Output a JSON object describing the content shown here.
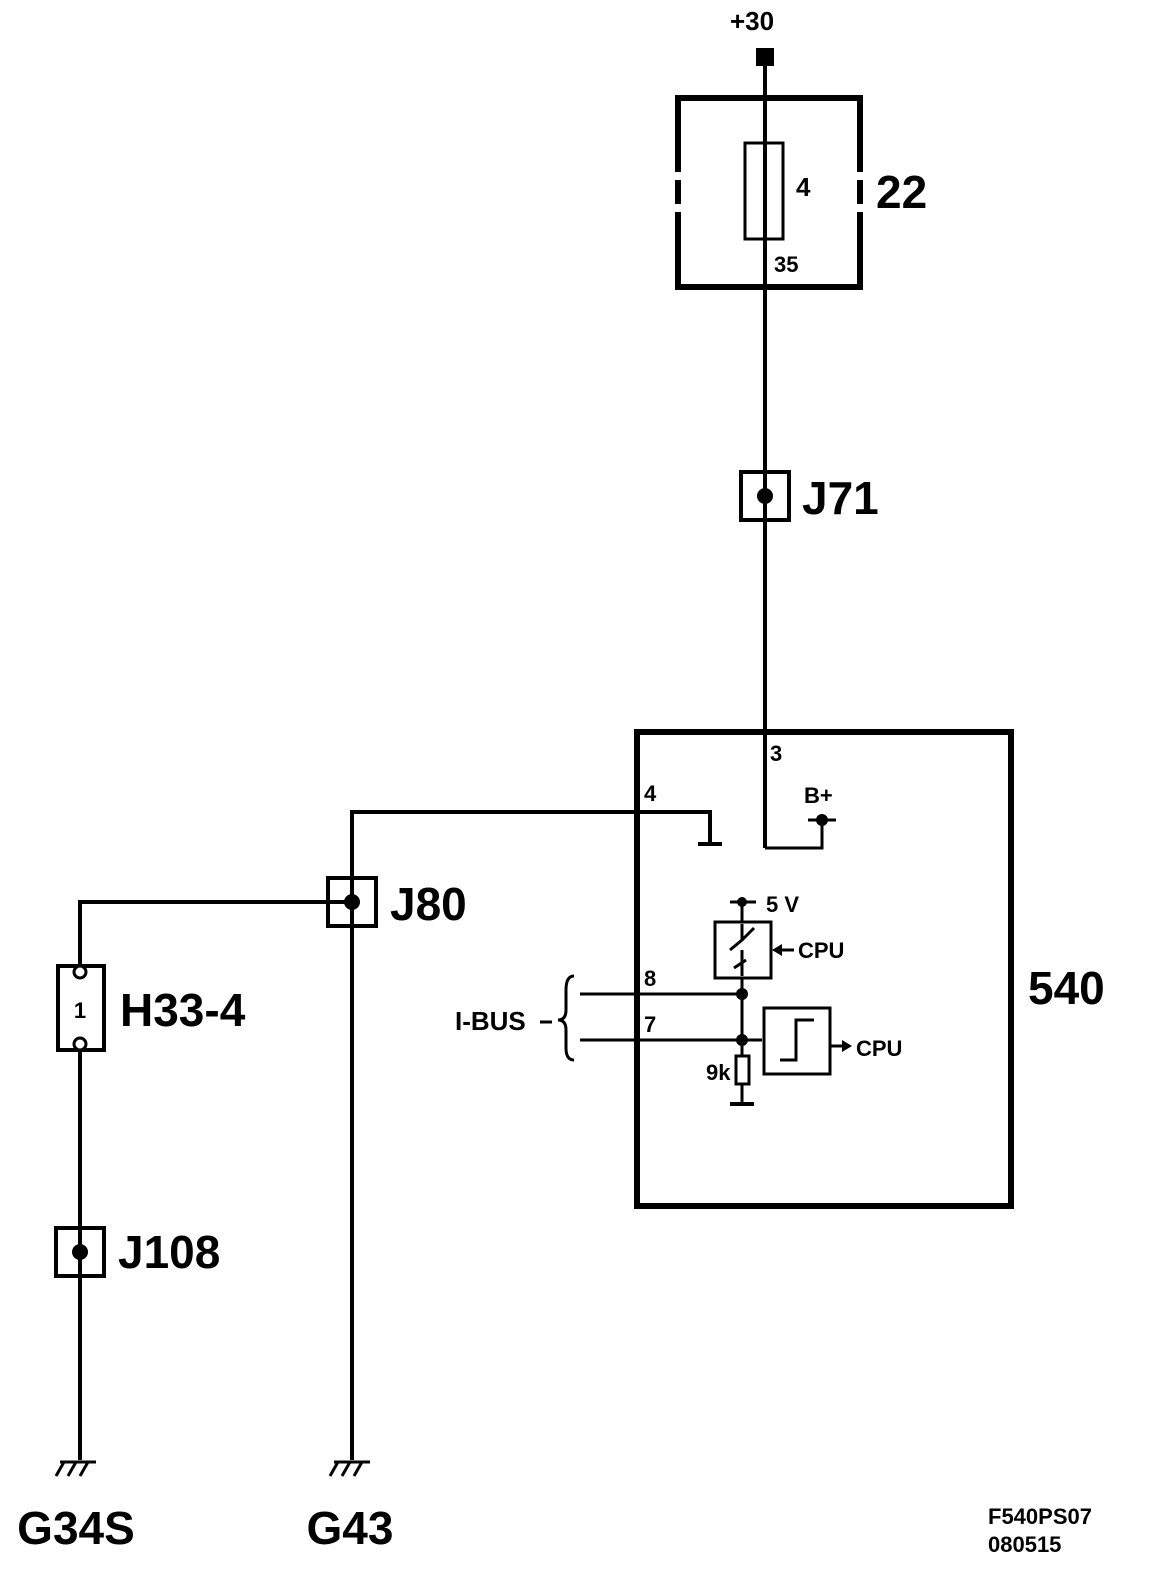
{
  "diagram": {
    "supply": "+30",
    "fuse_box": {
      "id": "22",
      "fuse_number": "4",
      "pin": "35"
    },
    "junctions": {
      "j71": "J71",
      "j80": "J80",
      "j108": "J108"
    },
    "connector": {
      "id": "H33-4",
      "pin": "1"
    },
    "module": {
      "id": "540",
      "pins": {
        "p3": "3",
        "p4": "4",
        "p8": "8",
        "p7": "7"
      },
      "b_plus": "B+",
      "five_v": "5 V",
      "cpu_in": "CPU",
      "cpu_out": "CPU",
      "resistor": "9k"
    },
    "bus_label": "I-BUS",
    "grounds": {
      "g34s": "G34S",
      "g43": "G43"
    },
    "ref": {
      "code": "F540PS07",
      "date": "080515"
    }
  }
}
